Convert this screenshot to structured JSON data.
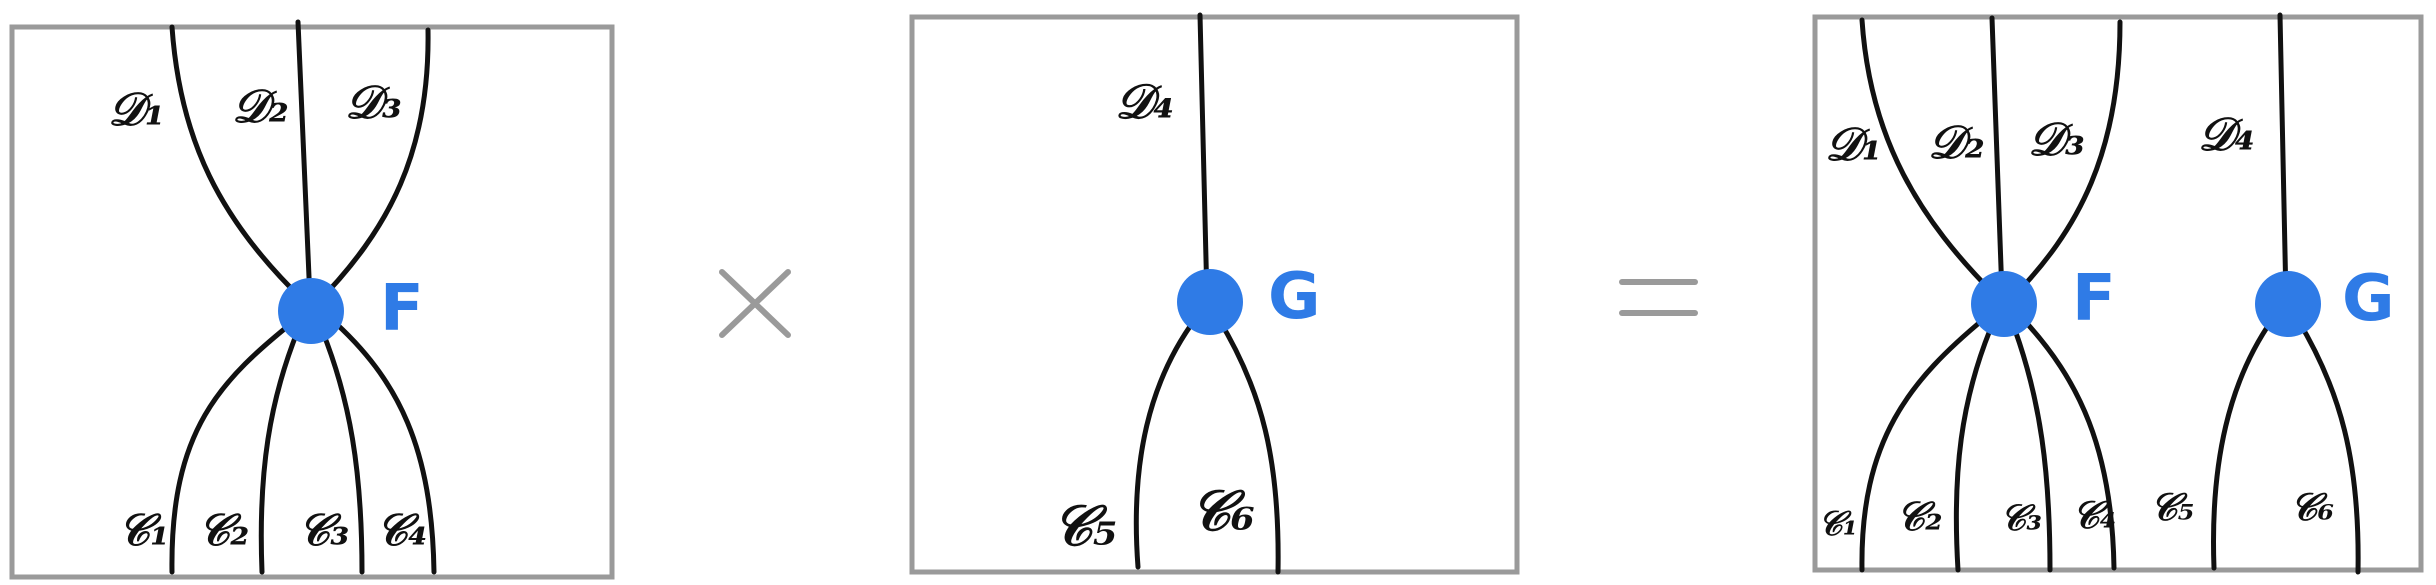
{
  "panel_left": {
    "top_labels": [
      "𝒟₁",
      "𝒟₂",
      "𝒟₃"
    ],
    "bottom_labels": [
      "𝒞₁",
      "𝒞₂",
      "𝒞₃",
      "𝒞₄"
    ],
    "node_label": "F"
  },
  "operator_times": "×",
  "panel_middle": {
    "top_labels": [
      "𝒟₄"
    ],
    "bottom_labels": [
      "𝒞₅",
      "𝒞₆"
    ],
    "node_label": "G"
  },
  "operator_equals": "=",
  "panel_right": {
    "top_labels": [
      "𝒟₁",
      "𝒟₂",
      "𝒟₃",
      "𝒟₄"
    ],
    "bottom_labels": [
      "𝒞₁",
      "𝒞₂",
      "𝒞₃",
      "𝒞₄",
      "𝒞₅",
      "𝒞₆"
    ],
    "node_labels": [
      "F",
      "G"
    ]
  },
  "colors": {
    "node": "#2f7be6",
    "frame": "#9a9a9a",
    "wire": "#111111"
  }
}
